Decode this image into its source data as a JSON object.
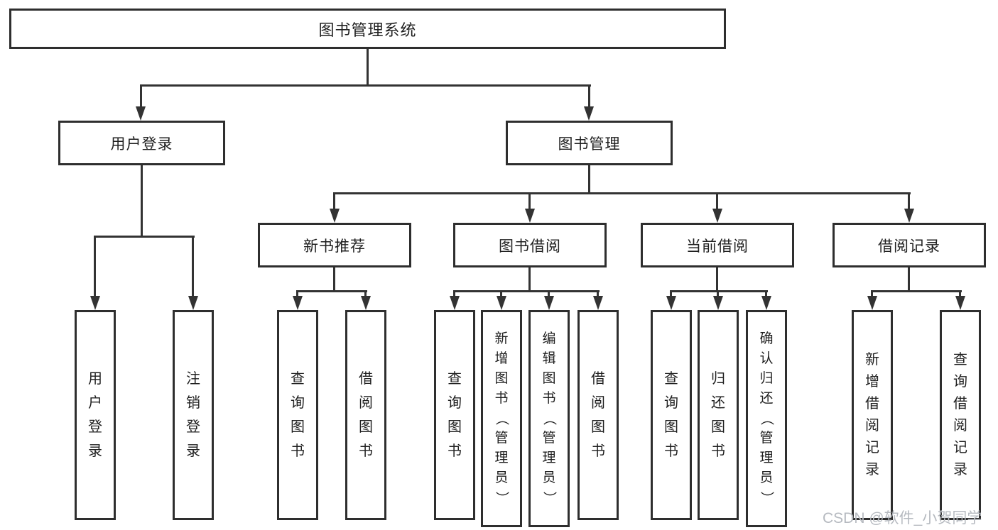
{
  "diagram": {
    "root": {
      "label": "图书管理系统"
    },
    "branches": [
      {
        "label": "用户登录",
        "leaves": [
          "用户登录",
          "注销登录"
        ]
      },
      {
        "label": "图书管理",
        "sections": [
          {
            "label": "新书推荐",
            "leaves": [
              "查询图书",
              "借阅图书"
            ]
          },
          {
            "label": "图书借阅",
            "leaves": [
              "查询图书",
              "新增图书（管理员）",
              "编辑图书（管理员）",
              "借阅图书"
            ]
          },
          {
            "label": "当前借阅",
            "leaves": [
              "查询图书",
              "归还图书",
              "确认归还（管理员）"
            ]
          },
          {
            "label": "借阅记录",
            "leaves": [
              "新增借阅记录",
              "查询借阅记录"
            ]
          }
        ]
      }
    ]
  },
  "watermark": {
    "text": "CSDN @软件_小贺同学"
  },
  "colors": {
    "line": "#333333",
    "box_border": "#2e2e2e",
    "text": "#1f1f1f",
    "background": "#ffffff",
    "watermark": "#b6bac0"
  }
}
